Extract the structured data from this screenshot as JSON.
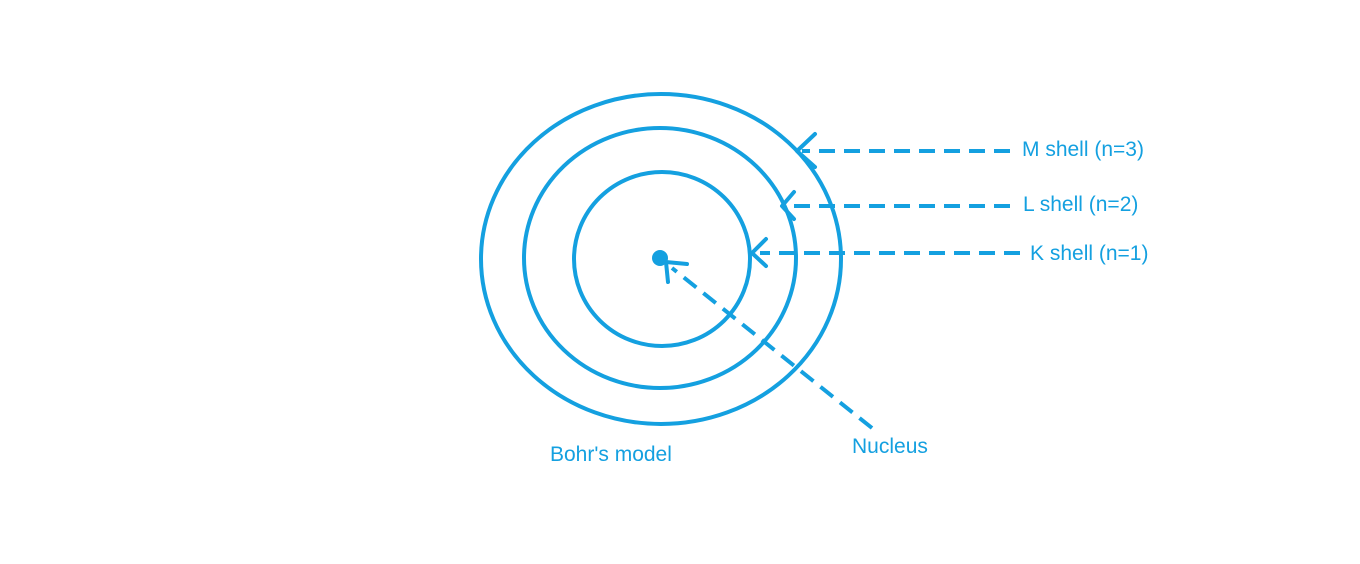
{
  "diagram": {
    "caption": "Bohr's model",
    "nucleus_label": "Nucleus",
    "shells": [
      {
        "label": "M shell (n=3)"
      },
      {
        "label": "L shell (n=2)"
      },
      {
        "label": "K shell (n=1)"
      }
    ]
  },
  "colors": {
    "stroke": "#14a0e0",
    "text": "#14a0e0"
  }
}
